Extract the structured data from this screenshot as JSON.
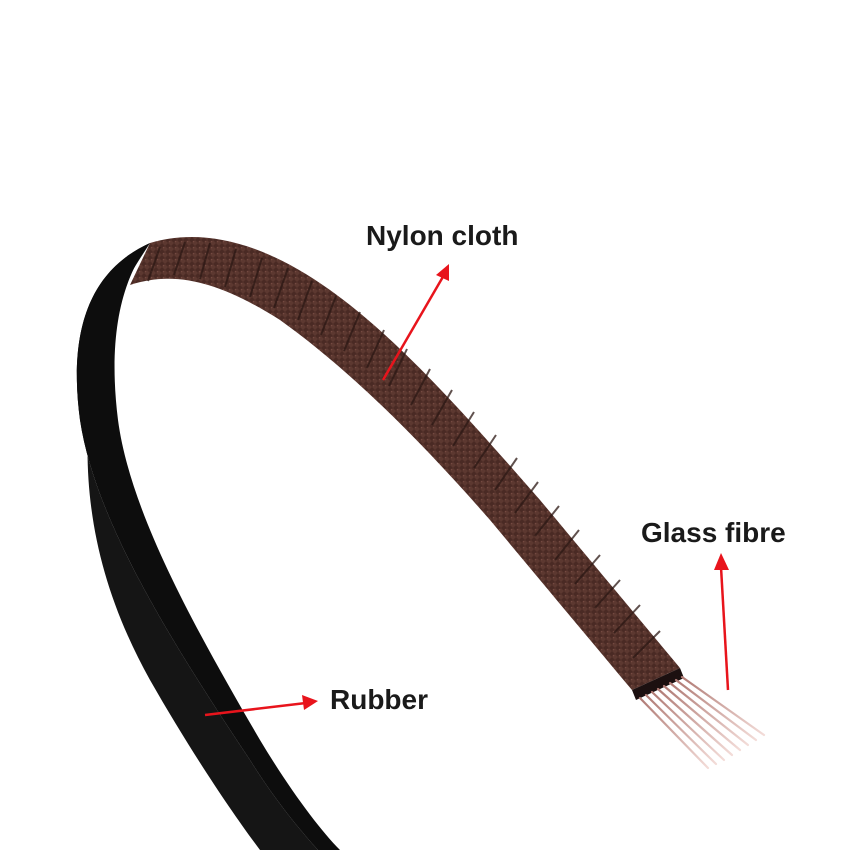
{
  "labels": {
    "nylon_cloth": "Nylon cloth",
    "glass_fibre": "Glass fibre",
    "rubber": "Rubber"
  },
  "colors": {
    "background": "#ffffff",
    "label_text": "#1a1a1a",
    "arrow": "#e8141c",
    "rubber": "#151515",
    "nylon_cloth": "#4a2a24",
    "nylon_cloth_light": "#7a4a40",
    "glass_fibre": "#d8aaa4"
  }
}
